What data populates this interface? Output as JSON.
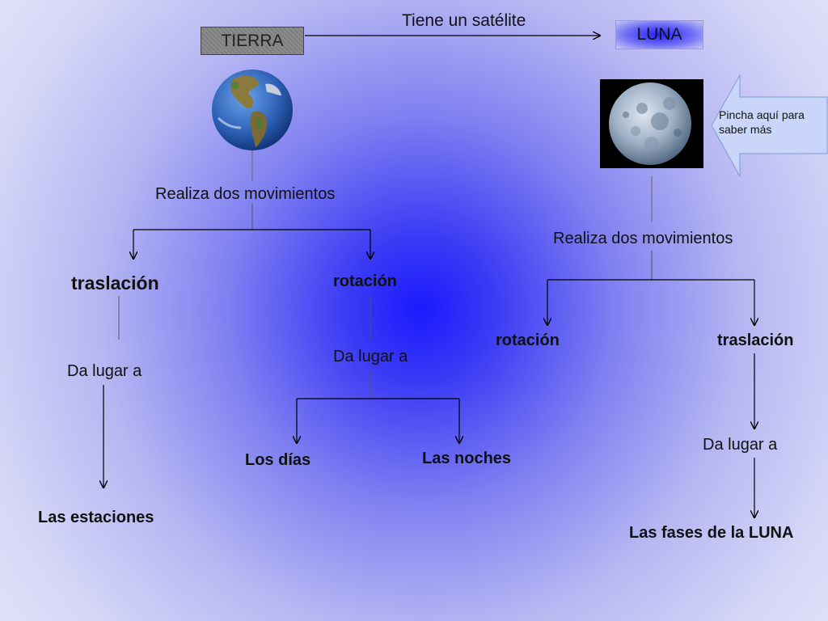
{
  "tierra_label": "TIERRA",
  "luna_label": "LUNA",
  "satellite_text": "Tiene un satélite",
  "callout_text": "Pincha aquí para saber más",
  "earth": {
    "movements": "Realiza dos movimientos",
    "traslacion": "traslación",
    "rotacion": "rotación",
    "traslacion_effect": "Da lugar a",
    "rotacion_effect": "Da lugar a",
    "estaciones": "Las estaciones",
    "dias": "Los días",
    "noches": "Las noches"
  },
  "moon": {
    "movements": "Realiza dos movimientos",
    "rotacion": "rotación",
    "traslacion": "traslación",
    "effect": "Da lugar a",
    "fases": "Las fases de la LUNA"
  },
  "colors": {
    "center": "#1a1aff",
    "outer": "#ececfb",
    "callout": "#c9d6fa",
    "tierra_box": "#8a8a8a"
  }
}
